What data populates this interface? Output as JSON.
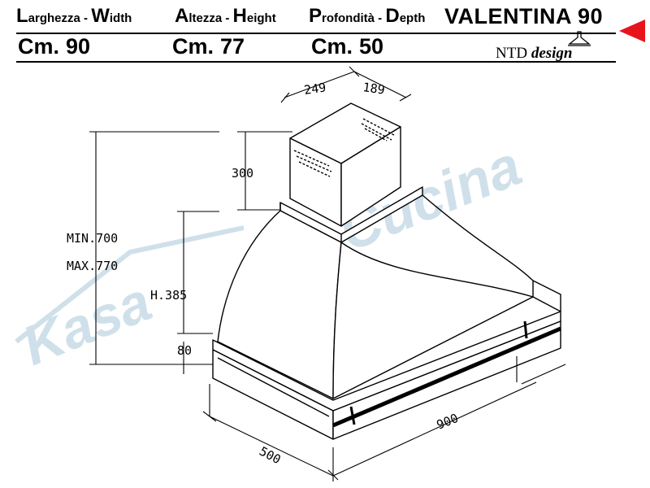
{
  "header": {
    "width_label": {
      "initial": "L",
      "rest": "arghezza - ",
      "initial2": "W",
      "rest2": "idth"
    },
    "height_label": {
      "initial": "A",
      "rest": "ltezza - ",
      "initial2": "H",
      "rest2": "eight"
    },
    "depth_label": {
      "initial": "P",
      "rest": "rofondità - ",
      "initial2": "D",
      "rest2": "epth"
    },
    "model": "VALENTINA 90",
    "unit": "Cm.",
    "width_value": "90",
    "height_value": "77",
    "depth_value": "50",
    "brand_ntd": "NTD",
    "brand_design": "design",
    "accent_color": "#e8141c"
  },
  "dimensions": {
    "chimney_width": "249",
    "chimney_depth": "189",
    "chimney_height": "300",
    "min_height": "MIN.700",
    "max_height": "MAX.770",
    "hood_height": "H.385",
    "base_height": "80",
    "hood_depth": "500",
    "hood_width": "900"
  },
  "watermark": {
    "text1": "Kasa",
    "text2": "Cucina",
    "color": "#cfe0ea"
  }
}
